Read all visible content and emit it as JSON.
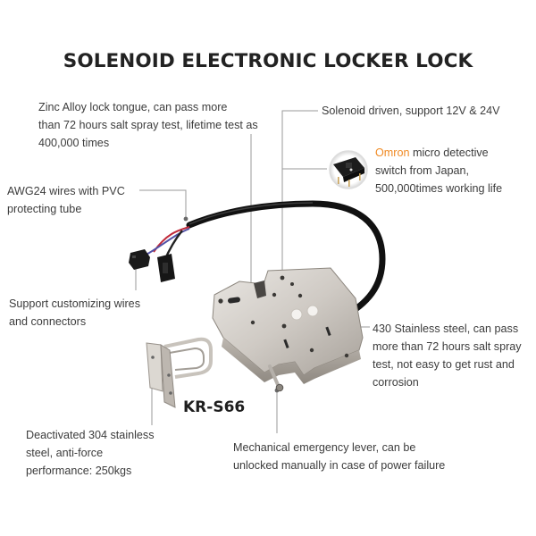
{
  "title": "SOLENOID ELECTRONIC LOCKER LOCK",
  "model": "KR-S66",
  "callouts": {
    "zinc_tongue": {
      "lines": [
        "Zinc Alloy lock tongue, can pass more",
        "than 72 hours salt spray test, lifetime test as",
        "400,000 times"
      ]
    },
    "solenoid": {
      "lines": [
        "Solenoid driven, support 12V & 24V"
      ]
    },
    "omron": {
      "highlight": "Omron",
      "line1_rest": " micro detective",
      "lines": [
        "switch from Japan,",
        "500,000times working life"
      ]
    },
    "awg_wires": {
      "lines": [
        "AWG24 wires with PVC",
        "protecting tube"
      ]
    },
    "custom_wires": {
      "lines": [
        "Support customizing wires",
        "and connectors"
      ]
    },
    "steel_430": {
      "lines": [
        "430 Stainless steel, can pass",
        "more than 72 hours salt spray",
        "test, not easy to get rust and",
        "corrosion"
      ]
    },
    "deactivated_304": {
      "lines": [
        "Deactivated 304 stainless",
        "steel, anti-force",
        "performance: 250kgs"
      ]
    },
    "emergency_lever": {
      "lines": [
        "Mechanical emergency lever, can be",
        "unlocked manually in case of power failure"
      ]
    }
  },
  "colors": {
    "accent": "#f08a24",
    "text": "#3c3c3c",
    "title": "#222222",
    "leader_line": "#9a9a9a"
  }
}
